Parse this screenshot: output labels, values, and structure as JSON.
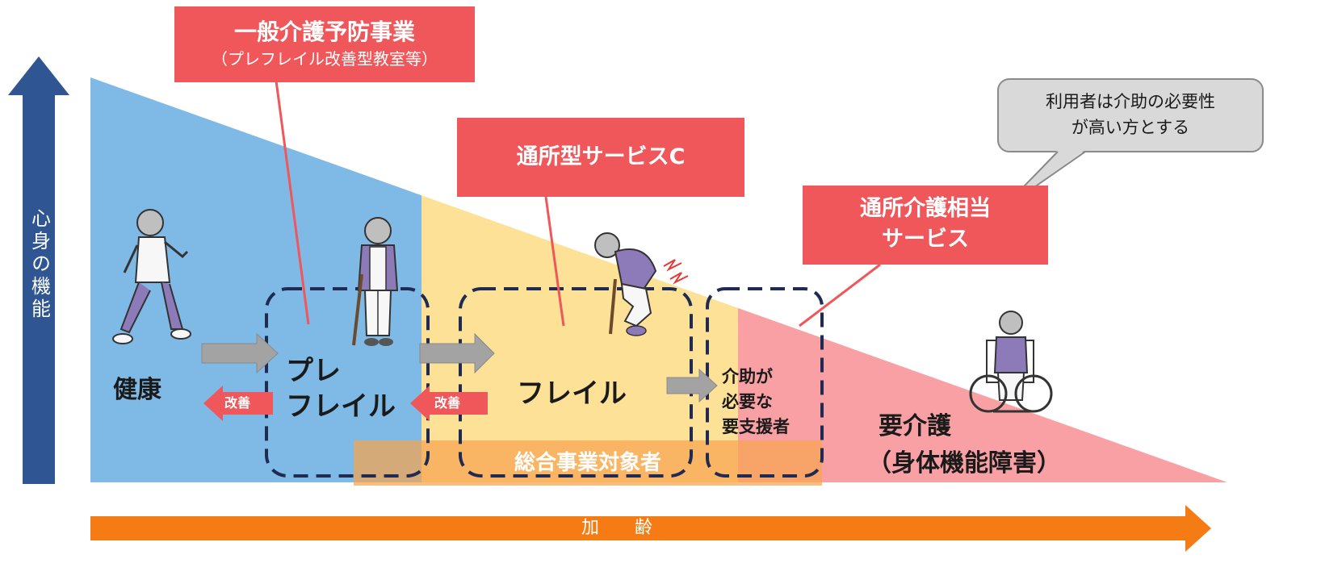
{
  "axes": {
    "vertical_label": "心身の機能",
    "horizontal_label": "加　　齢"
  },
  "stages": {
    "healthy": "健康",
    "pre_frail_line1": "プレ",
    "pre_frail_line2": "フレイル",
    "frail": "フレイル",
    "needs_support_line1": "介助が",
    "needs_support_line2": "必要な",
    "needs_support_line3": "要支援者",
    "care_line1": "要介護",
    "care_line2": "（身体機能障害）"
  },
  "improvement_label": "改善",
  "target_band_label": "総合事業対象者",
  "callouts": {
    "general_prevention_title": "一般介護予防事業",
    "general_prevention_sub": "（プレフレイル改善型教室等）",
    "day_service_c": "通所型サービスC",
    "day_care_equiv_line1": "通所介護相当",
    "day_care_equiv_line2": "サービス"
  },
  "note_bubble": {
    "line1": "利用者は介助の必要性",
    "line2": "が高い方とする"
  },
  "colors": {
    "healthy_zone": "#7fb9e6",
    "frail_zone": "#fde196",
    "care_zone": "#f9a0a4",
    "callout": "#f0575a",
    "vertical_arrow": "#2f5592",
    "horizontal_arrow": "#f57c14",
    "dashed_box": "#1f2b52",
    "target_band": "#f7a44f",
    "gray_arrow": "#a3a3a3"
  }
}
